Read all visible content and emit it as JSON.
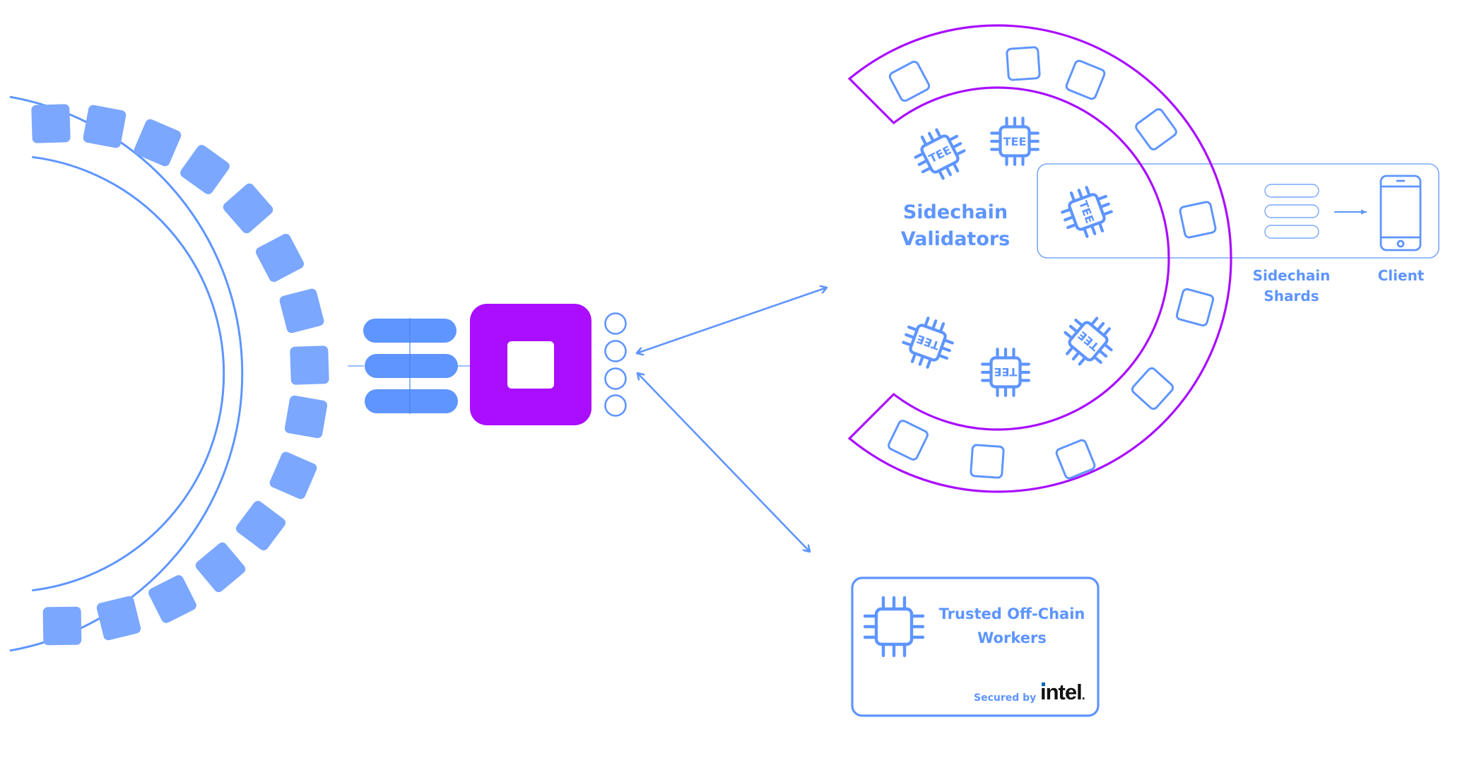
{
  "colors": {
    "blue": "#5E95FF",
    "blue_fill": "#7BA7FF",
    "purple": "#A90EFF",
    "intel_black": "#111111",
    "intel_blue": "#0068B5"
  },
  "relay_chain": {
    "label": "",
    "node_count": 15,
    "node_icon": "filled-square-icon"
  },
  "collator": {
    "pill_count": 3,
    "icon": "database-stack-icon"
  },
  "parachain_block": {
    "icon": "purple-square-icon",
    "port_count": 4
  },
  "connections": [
    {
      "from": "parachain-ports",
      "to": "sidechain-validators",
      "type": "bidirectional-arrow"
    },
    {
      "from": "parachain-ports",
      "to": "trusted-off-chain-workers",
      "type": "bidirectional-arrow"
    }
  ],
  "sidechain": {
    "validators_label_line1": "Sidechain",
    "validators_label_line2": "Validators",
    "node_count": 10,
    "tee_chips": [
      {
        "text": "TEE"
      },
      {
        "text": "TEE"
      },
      {
        "text": "TEE"
      },
      {
        "text": "TEE"
      },
      {
        "text": "TEE"
      },
      {
        "text": "TEE"
      }
    ],
    "shards_label_line1": "Sidechain",
    "shards_label_line2": "Shards",
    "client_label": "Client",
    "shard_count": 3
  },
  "worker_card": {
    "title_line1": "Trusted Off-Chain",
    "title_line2": "Workers",
    "secured_by": "Secured by",
    "brand": "intel",
    "brand_suffix": "."
  }
}
